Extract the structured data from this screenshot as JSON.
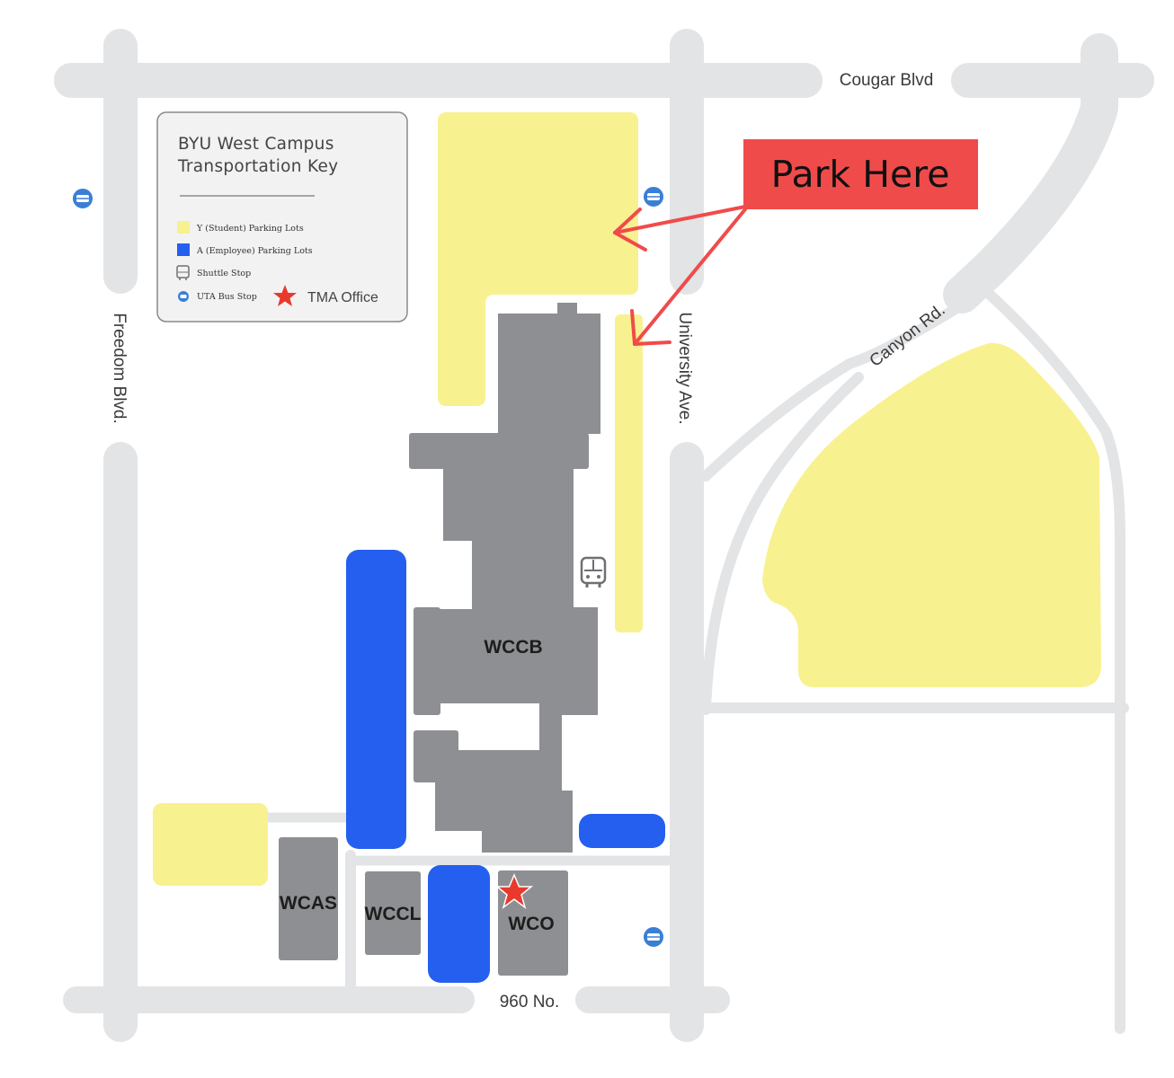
{
  "colors": {
    "student_lot": "#f8f18f",
    "employee_lot": "#245ff0",
    "building": "#8e8f92",
    "road": "#e3e4e6",
    "callout": "#f04b4b",
    "bus_stop": "#3a7fd5"
  },
  "roads": {
    "cougar_blvd": "Cougar Blvd",
    "freedom_blvd": "Freedom Blvd.",
    "university_ave": "University Ave.",
    "canyon_rd": "Canyon Rd.",
    "north_960": "960 No."
  },
  "key": {
    "title_line1": "BYU West Campus",
    "title_line2": "Transportation Key",
    "items": [
      {
        "label": "Y (Student) Parking Lots",
        "icon": "yellow-square"
      },
      {
        "label": "A (Employee) Parking Lots",
        "icon": "blue-square"
      },
      {
        "label": "Shuttle Stop",
        "icon": "bus-icon"
      },
      {
        "label": "UTA Bus Stop",
        "icon": "uta-bus-icon"
      }
    ],
    "tma_label": "TMA Office",
    "tma_icon": "red-star-icon"
  },
  "buildings": {
    "wccb": "WCCB",
    "wcas": "WCAS",
    "wccl": "WCCL",
    "wco": "WCO"
  },
  "callout": {
    "text": "Park Here"
  }
}
